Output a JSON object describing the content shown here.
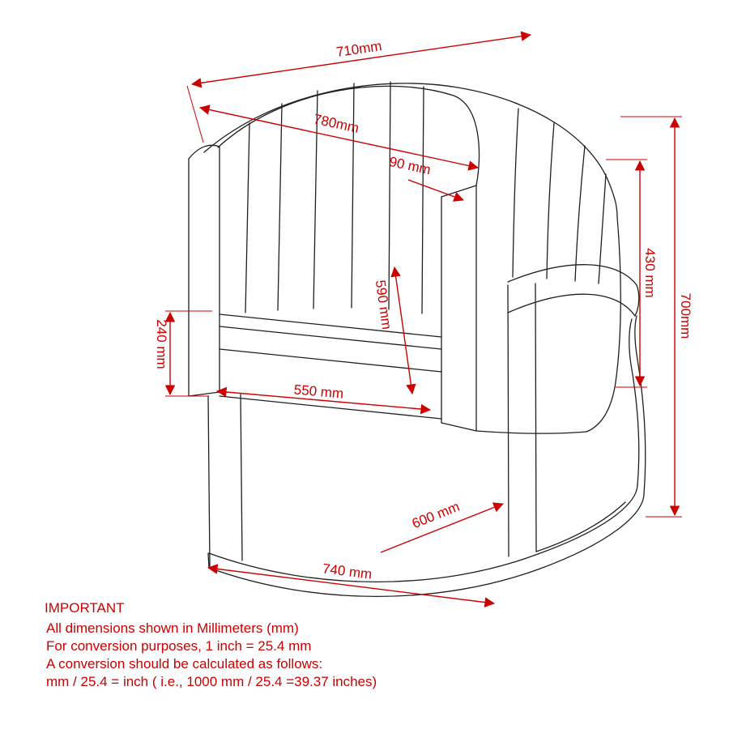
{
  "dimensions": {
    "d710": "710mm",
    "d780": "780mm",
    "d90": "90 mm",
    "d430": "430 mm",
    "d700": "700mm",
    "d590": "590 mm",
    "d240": "240 mm",
    "d550": "550 mm",
    "d600": "600 mm",
    "d740": "740 mm"
  },
  "notes": {
    "title": "IMPORTANT",
    "lines": [
      "All dimensions shown in Millimeters (mm)",
      "For conversion purposes, 1 inch = 25.4 mm",
      "A conversion should be calculated as follows:",
      "mm / 25.4 = inch ( i.e., 1000 mm / 25.4 =39.37 inches)"
    ]
  },
  "colors": {
    "dimension_red": "#cc0000",
    "drawing_line": "#1f1f1f",
    "background": "#ffffff"
  }
}
